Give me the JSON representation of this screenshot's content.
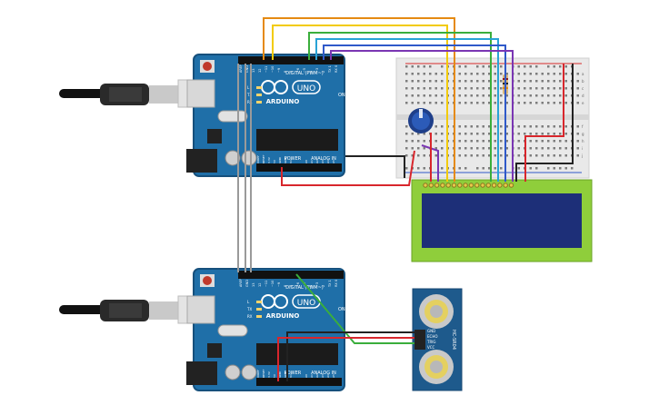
{
  "boards": [
    {
      "brand": "ARDUINO",
      "model": "UNO",
      "digital_label": "DIGITAL (PWM~)",
      "power_label": "POWER",
      "analog_label": "ANALOG IN",
      "on_label": "ON",
      "pin_tags": [
        "AREF",
        "GND",
        "13",
        "12",
        "~11",
        "~10",
        "~9",
        "8",
        "7",
        "~6",
        "~5",
        "4",
        "~3",
        "2",
        "TX 1",
        "RX 0"
      ],
      "led_tags": [
        "L",
        "TX",
        "RX"
      ],
      "power_pins": [
        "IOREF",
        "RESET",
        "3.3V",
        "5V",
        "GND",
        "GND",
        "Vin"
      ],
      "analog_pins": [
        "A0",
        "A1",
        "A2",
        "A3",
        "A4",
        "A5"
      ]
    },
    {
      "brand": "ARDUINO",
      "model": "UNO",
      "digital_label": "DIGITAL (PWM~)",
      "power_label": "POWER",
      "analog_label": "ANALOG IN",
      "on_label": "ON",
      "pin_tags": [
        "AREF",
        "GND",
        "13",
        "12",
        "~11",
        "~10",
        "~9",
        "8",
        "7",
        "~6",
        "~5",
        "4",
        "~3",
        "2",
        "TX 1",
        "RX 0"
      ],
      "led_tags": [
        "L",
        "TX",
        "RX"
      ],
      "power_pins": [
        "IOREF",
        "RESET",
        "3.3V",
        "5V",
        "GND",
        "GND",
        "Vin"
      ],
      "analog_pins": [
        "A0",
        "A1",
        "A2",
        "A3",
        "A4",
        "A5"
      ]
    }
  ],
  "breadboard": {
    "row_letters_top": [
      "a",
      "b",
      "c",
      "d",
      "e"
    ],
    "row_letters_bottom": [
      "f",
      "g",
      "h",
      "i",
      "j"
    ]
  },
  "sensor": {
    "pin_labels": [
      "GND",
      "ECHO",
      "TRIG",
      "VCC"
    ],
    "tag": "HC-SR04"
  },
  "colors": {
    "board_blue": "#1f6fa8",
    "board_dark": "#16507c",
    "lcd_green": "#8fce3b",
    "lcd_screen": "#1d2f78",
    "breadboard": "#e9e9e9",
    "wire_orange": "#e58a12",
    "wire_yellow": "#f2cb06",
    "wire_green": "#3aae3c",
    "wire_cyan": "#29a3d6",
    "wire_blue": "#2f59c9",
    "wire_purple": "#7a36b3",
    "wire_red": "#d8262c",
    "wire_black": "#222222",
    "wire_gray": "#9a9a9a"
  },
  "icons": [
    "usb-cable-icon",
    "power-jack-icon",
    "potentiometer-icon",
    "resistor-icon",
    "transducer-icon"
  ]
}
